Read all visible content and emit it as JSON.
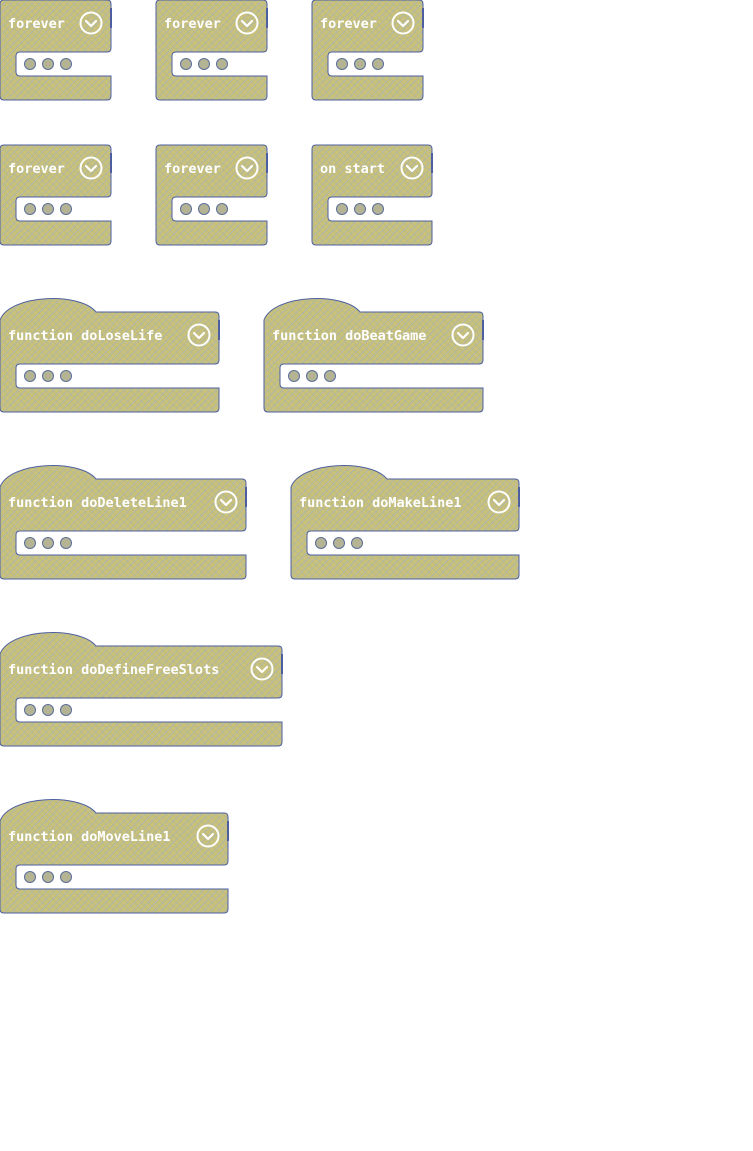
{
  "blocks": [
    {
      "label": "forever"
    },
    {
      "label": "forever"
    },
    {
      "label": "forever"
    },
    {
      "label": "forever"
    },
    {
      "label": "forever"
    },
    {
      "label": "on start"
    },
    {
      "label": "function doLoseLife"
    },
    {
      "label": "function doBeatGame"
    },
    {
      "label": "function doDeleteLine1"
    },
    {
      "label": "function doMakeLine1"
    },
    {
      "label": "function doDefineFreeSlots"
    },
    {
      "label": "function doMoveLine1"
    }
  ],
  "colors": {
    "block_fill": "#c9c07a",
    "block_hatch": "#8ab0d0",
    "block_stroke": "#4d5fa0",
    "label_text": "#ffffff",
    "dot_fill": "#b4b494"
  },
  "icons": {
    "collapse": "chevron-down-circle-icon",
    "placeholder": "ellipsis-dots-icon"
  }
}
